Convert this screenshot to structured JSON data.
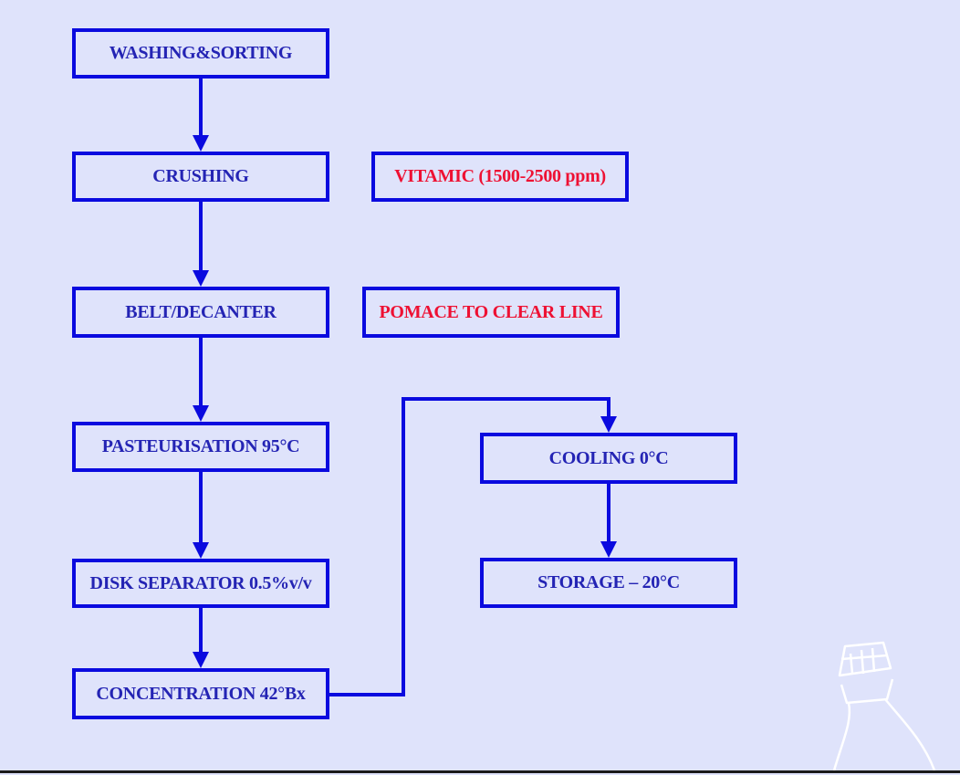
{
  "flow": {
    "washing": "WASHING&SORTING",
    "crushing": "CRUSHING",
    "belt": "BELT/DECANTER",
    "pasteurisation": "PASTEURISATION 95°C",
    "disk": "DISK SEPARATOR 0.5%v/v",
    "concentration": "CONCENTRATION 42°Bx",
    "cooling": "COOLING 0°C",
    "storage": "STORAGE – 20°C"
  },
  "notes": {
    "vitamic": "VITAMIC (1500-2500 ppm)",
    "pomace": "POMACE TO CLEAR LINE"
  },
  "colors": {
    "background": "#dfe3fb",
    "box_border": "#0a0adf",
    "arrow": "#0a0adf",
    "step_text": "#2424b4",
    "note_text": "#ee1133"
  },
  "decoration": {
    "icon": "bottle-icon"
  }
}
